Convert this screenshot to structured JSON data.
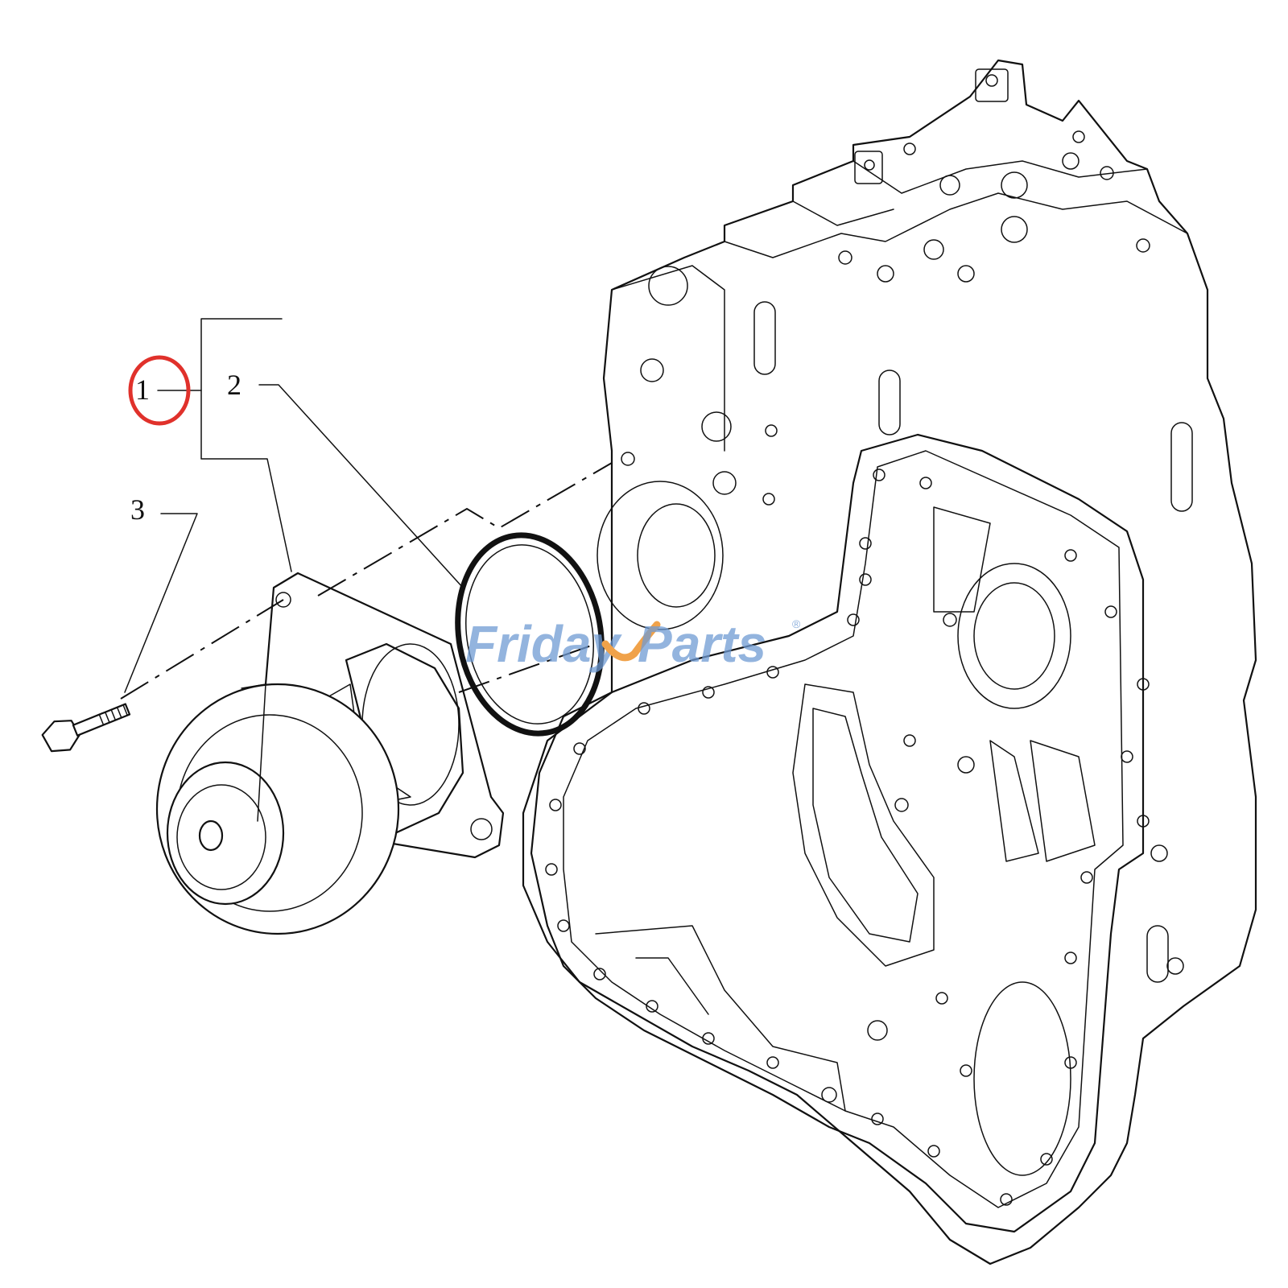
{
  "callouts": {
    "c1": "1",
    "c2": "2",
    "c3": "3"
  },
  "watermark": {
    "part1": "Friday",
    "part2": "Parts",
    "registered": "®",
    "color_blue": "#6f9bd4",
    "color_orange": "#f0a24a"
  },
  "highlight": {
    "color": "#e0312b",
    "marks": "callout-1"
  }
}
